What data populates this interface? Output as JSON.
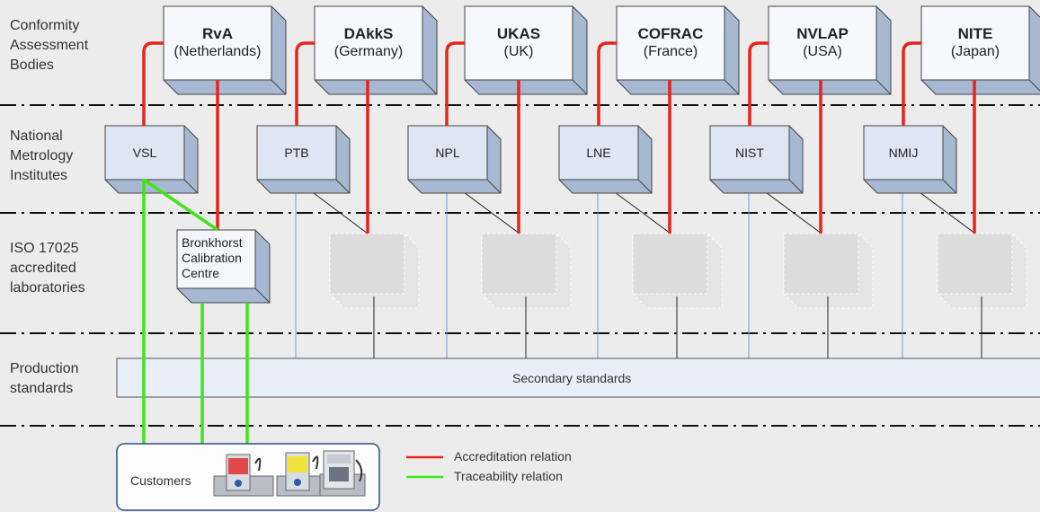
{
  "rows": {
    "cab": "Conformity\nAssessment\nBodies",
    "nmi": "National\nMetrology\nInstitutes",
    "lab": "ISO 17025\naccredited\nlaboratories",
    "prod": "Production\nstandards"
  },
  "cabs": [
    {
      "name": "RvA",
      "country": "(Netherlands)"
    },
    {
      "name": "DAkkS",
      "country": "(Germany)"
    },
    {
      "name": "UKAS",
      "country": "(UK)"
    },
    {
      "name": "COFRAC",
      "country": "(France)"
    },
    {
      "name": "NVLAP",
      "country": "(USA)"
    },
    {
      "name": "NITE",
      "country": "(Japan)"
    }
  ],
  "nmis": [
    "VSL",
    "PTB",
    "NPL",
    "LNE",
    "NIST",
    "NMIJ"
  ],
  "lab": {
    "line1": "Bronkhorst",
    "line2": "Calibration",
    "line3": "Centre"
  },
  "production": {
    "label": "Secondary standards"
  },
  "customers": {
    "label": "Customers"
  },
  "legend": {
    "accreditation": "Accreditation relation",
    "traceability": "Traceability relation"
  },
  "colors": {
    "accreditation": "#e8231b",
    "traceability": "#3ee619",
    "box_face": "#dde6f2",
    "box_side": "#a7b8d2",
    "ghost": "#dcdcdc"
  }
}
